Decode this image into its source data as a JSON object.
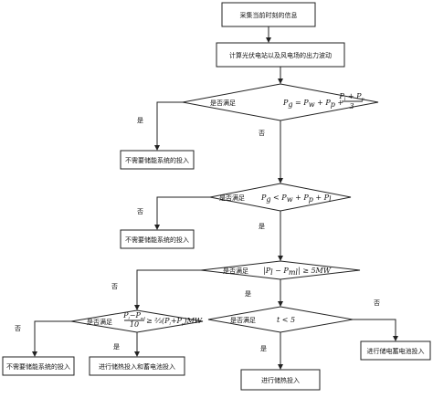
{
  "nodes": {
    "collect": "采集当前时刻的信息",
    "calc": "计算光伏电站以及风电场的出力波动",
    "cond1_label": "是否满足",
    "cond1_formula": "P_g = P_w + P_p + (P_l + P_p)/3",
    "out_no_storage_1": "不需要储能系统的投入",
    "cond2_label": "是否满足",
    "cond2_formula": "P_g < P_w + P_p + P_l",
    "out_no_storage_2": "不需要储能系统的投入",
    "cond3_label": "是否满足",
    "cond3_formula": "|P_l − P_ml| ≥ 5MW",
    "cond4_label": "是否满足",
    "cond4_formula": "(P_l − P_ml)/10 ≥ 2/3 (P_l + P_p) MW",
    "cond5_label": "是否满足",
    "cond5_formula": "t < 5",
    "out_no_storage_3": "不需要储能系统的投入",
    "out_heat_and_battery": "进行储热投入和蓄电池投入",
    "out_heat": "进行储热投入",
    "out_battery": "进行储电蓄电池投入"
  },
  "branches": {
    "yes": "是",
    "no": "否"
  },
  "colors": {
    "line": "#222222",
    "fill": "#ffffff",
    "text": "#111111"
  }
}
